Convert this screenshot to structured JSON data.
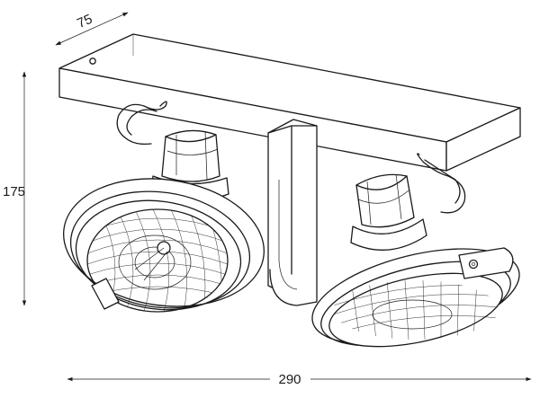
{
  "dimensions": {
    "depth": "75",
    "height": "175",
    "width": "290"
  }
}
